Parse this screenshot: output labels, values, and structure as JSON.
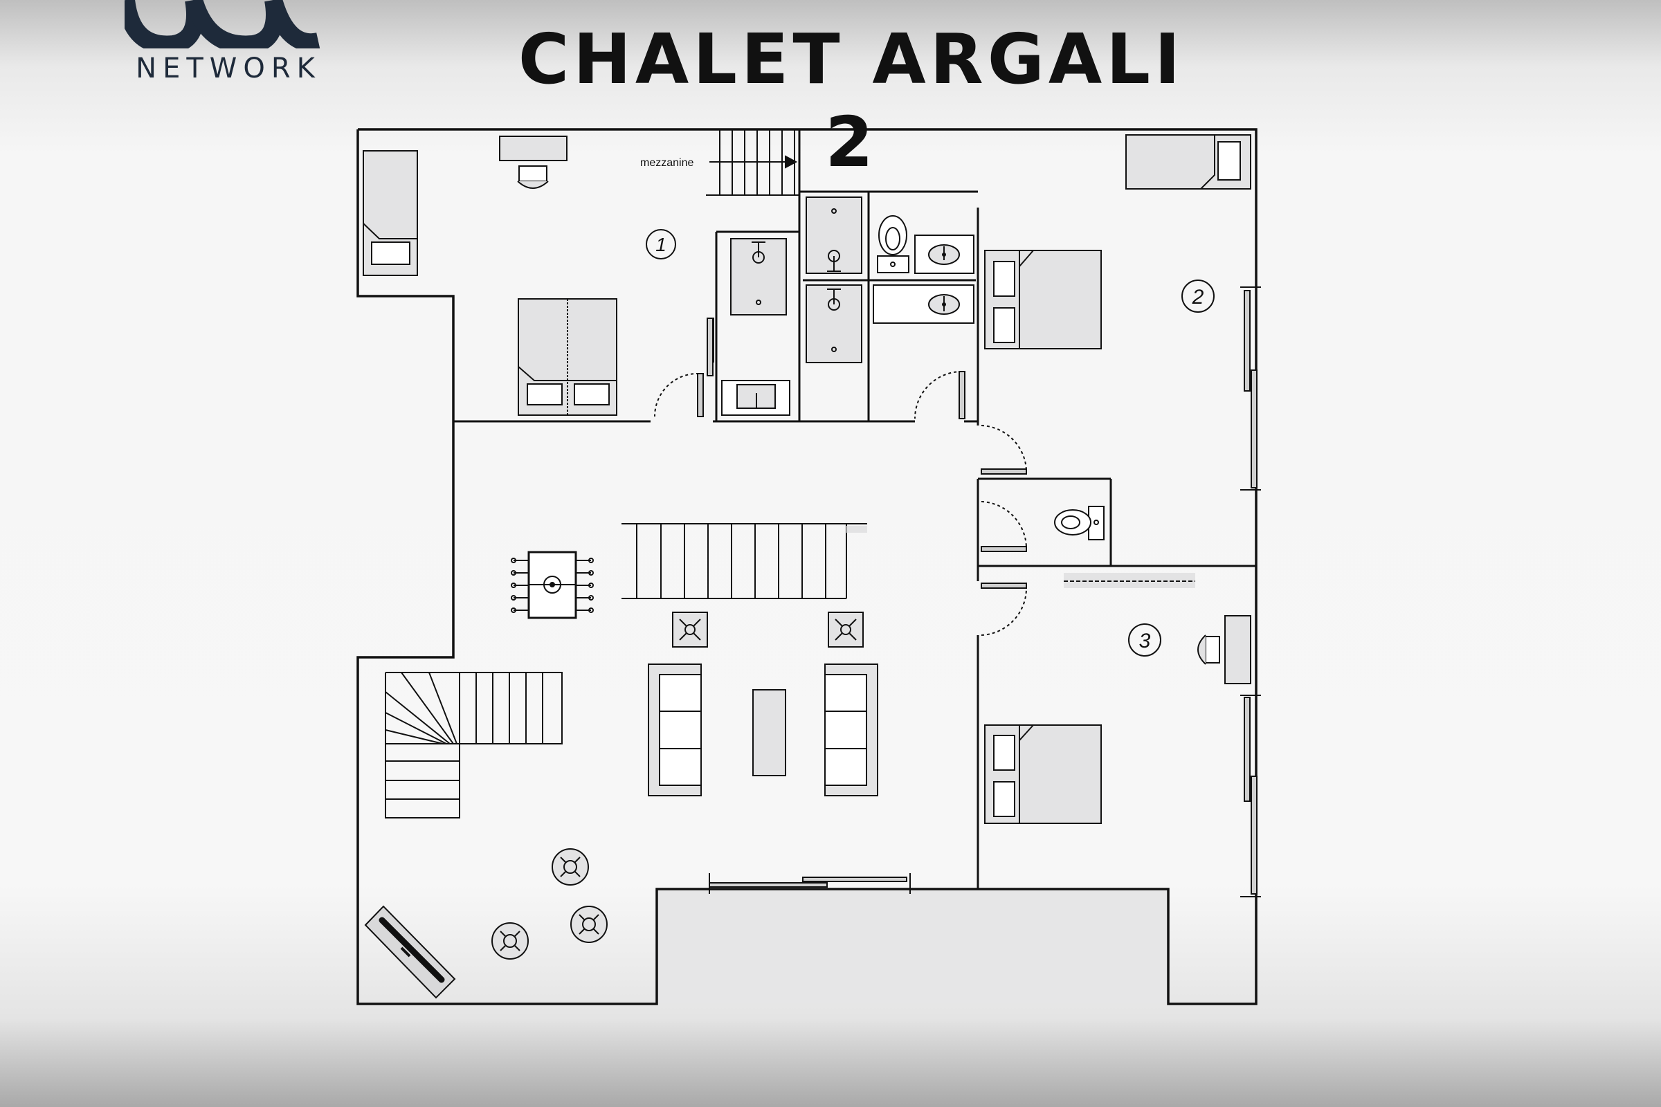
{
  "header": {
    "logo_text": "NETWORK",
    "title": "CHALET ARGALI 2"
  },
  "floorplan": {
    "labels": {
      "mezzanine": "mezzanine",
      "room_1": "1",
      "room_2": "2",
      "room_3": "3"
    }
  },
  "colors": {
    "brand": "#1e2a3a",
    "wall": "#111111",
    "furniture_fill": "#e3e3e4",
    "background": "#f7f7f7"
  },
  "icons": [
    "logo-mark",
    "bed-icon",
    "desk-icon",
    "chair-icon",
    "toilet-icon",
    "sink-icon",
    "shower-icon",
    "sofa-icon",
    "coffee-table-icon",
    "foosball-table-icon",
    "stool-icon",
    "tv-icon",
    "staircase-icon",
    "door-swing-icon"
  ]
}
